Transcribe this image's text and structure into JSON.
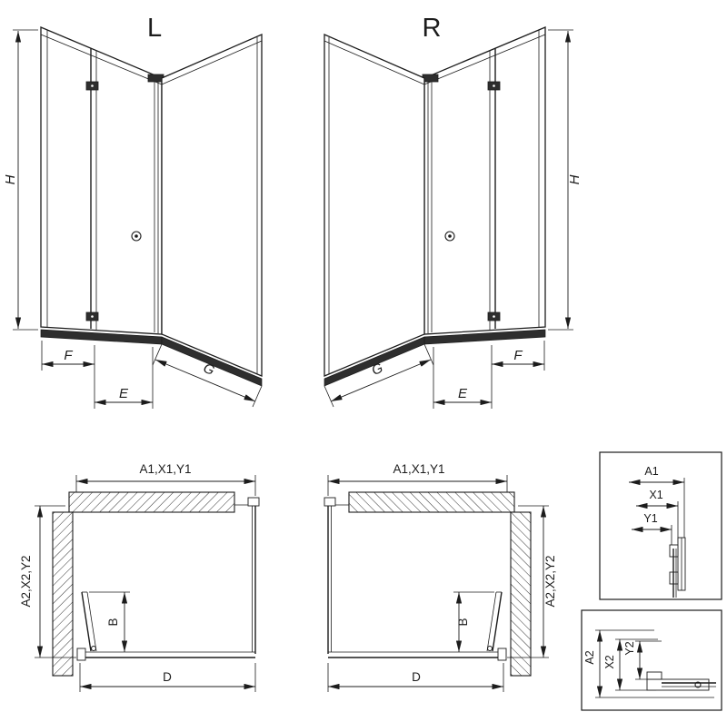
{
  "drawing": {
    "iso_left": {
      "view_label": "L",
      "dim_h": "H",
      "dim_f": "F",
      "dim_e": "E",
      "dim_g": "G"
    },
    "iso_right": {
      "view_label": "R",
      "dim_h": "H",
      "dim_f": "F",
      "dim_e": "E",
      "dim_g": "G"
    },
    "plan_left": {
      "dim_width_top": "A1,X1,Y1",
      "dim_depth": "A2,X2,Y2",
      "dim_b": "B",
      "dim_d": "D"
    },
    "plan_right": {
      "dim_width_top": "A1,X1,Y1",
      "dim_depth": "A2,X2,Y2",
      "dim_b": "B",
      "dim_d": "D"
    },
    "detail_top": {
      "dim_a1": "A1",
      "dim_x1": "X1",
      "dim_y1": "Y1"
    },
    "detail_bottom": {
      "dim_a2": "A2",
      "dim_x2": "X2",
      "dim_y2": "Y2"
    }
  },
  "colors": {
    "ink": "#1c1c1c",
    "background": "#ffffff"
  }
}
